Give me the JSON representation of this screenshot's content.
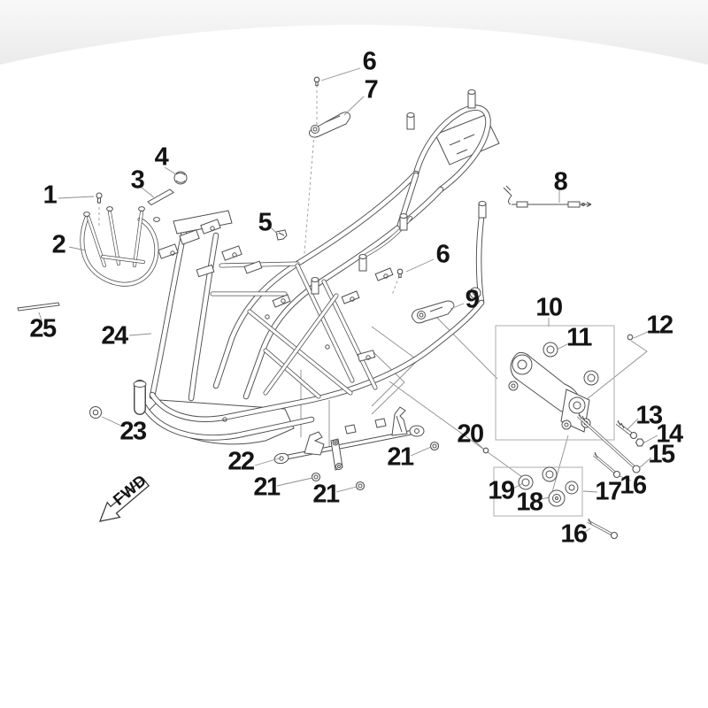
{
  "diagram": {
    "fwd_label": "FWD",
    "callouts": [
      {
        "id": "part-1",
        "label": "1"
      },
      {
        "id": "part-2",
        "label": "2"
      },
      {
        "id": "part-3",
        "label": "3"
      },
      {
        "id": "part-4",
        "label": "4"
      },
      {
        "id": "part-5",
        "label": "5"
      },
      {
        "id": "part-6-top",
        "label": "6"
      },
      {
        "id": "part-7",
        "label": "7"
      },
      {
        "id": "part-6-mid",
        "label": "6"
      },
      {
        "id": "part-8",
        "label": "8"
      },
      {
        "id": "part-9",
        "label": "9"
      },
      {
        "id": "part-10",
        "label": "10"
      },
      {
        "id": "part-11",
        "label": "11"
      },
      {
        "id": "part-12",
        "label": "12"
      },
      {
        "id": "part-13",
        "label": "13"
      },
      {
        "id": "part-14",
        "label": "14"
      },
      {
        "id": "part-15",
        "label": "15"
      },
      {
        "id": "part-16-upper",
        "label": "16"
      },
      {
        "id": "part-17",
        "label": "17"
      },
      {
        "id": "part-18",
        "label": "18"
      },
      {
        "id": "part-19",
        "label": "19"
      },
      {
        "id": "part-20",
        "label": "20"
      },
      {
        "id": "part-21-left",
        "label": "21"
      },
      {
        "id": "part-21-mid",
        "label": "21"
      },
      {
        "id": "part-21-right",
        "label": "21"
      },
      {
        "id": "part-22",
        "label": "22"
      },
      {
        "id": "part-23",
        "label": "23"
      },
      {
        "id": "part-24",
        "label": "24"
      },
      {
        "id": "part-25",
        "label": "25"
      },
      {
        "id": "part-16-lower",
        "label": "16"
      }
    ],
    "colors": {
      "background": "#ffffff",
      "header_band": "#ededed",
      "line_art": "#4f4f4f",
      "leader_lines": "#8f8f8f",
      "group_boxes": "#b4b4b4",
      "label_text": "#141414"
    }
  }
}
